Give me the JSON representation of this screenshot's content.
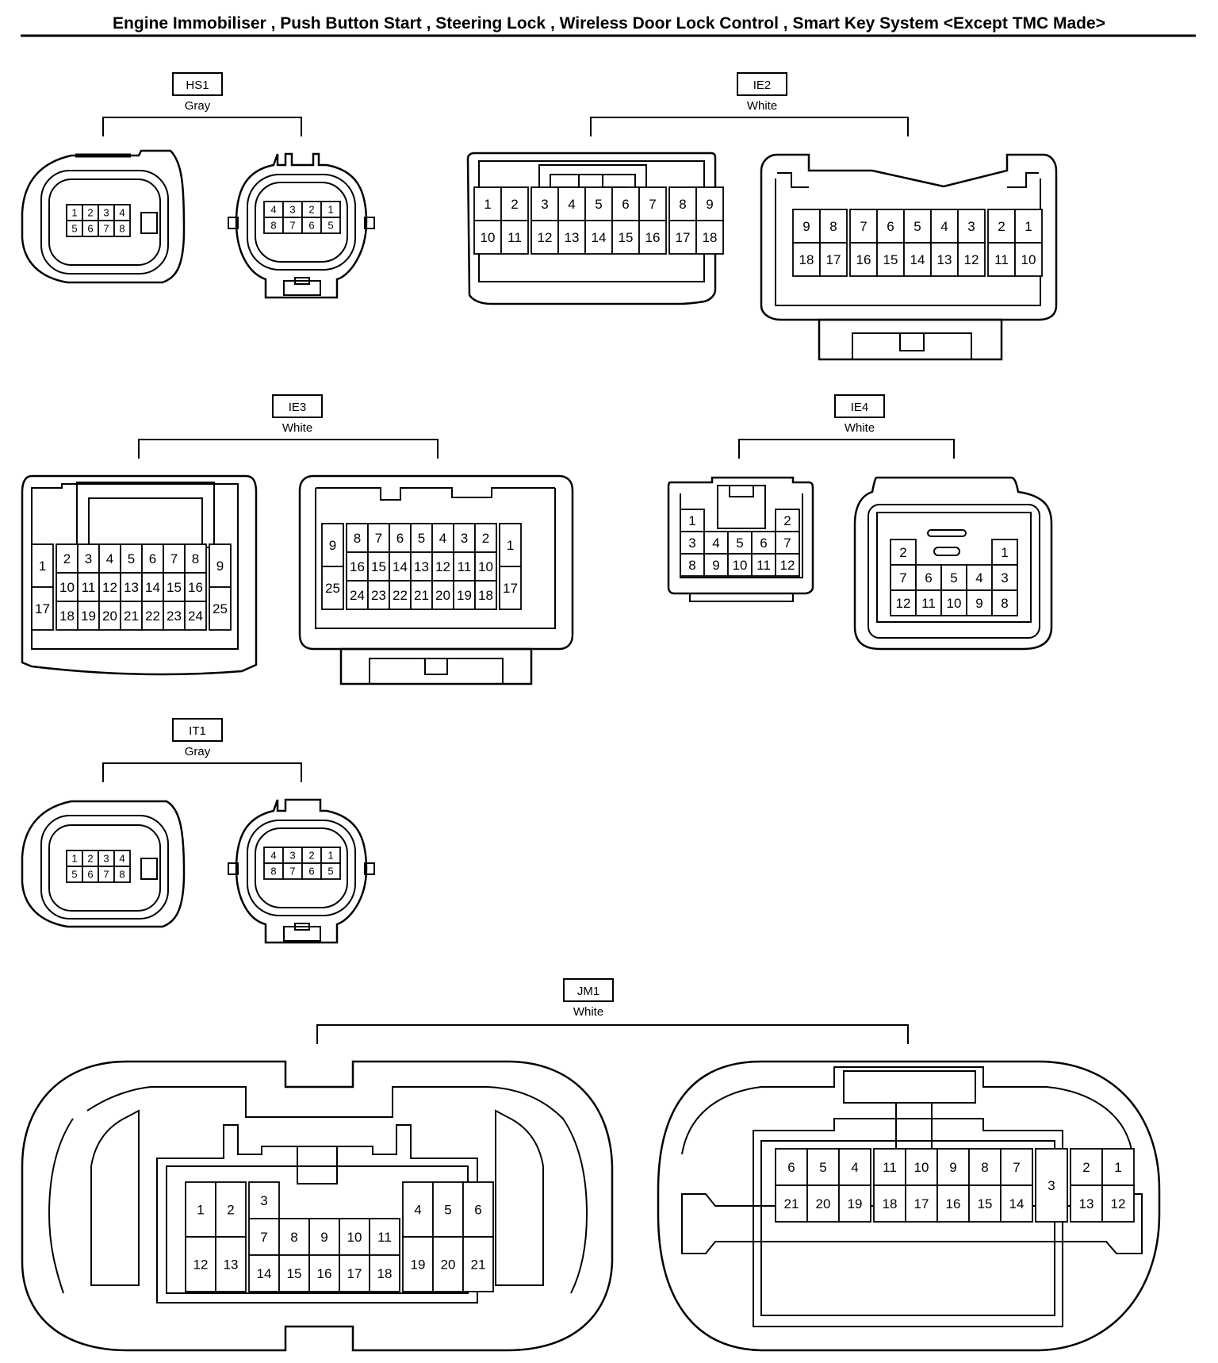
{
  "title": "Engine Immobiliser , Push Button Start , Steering Lock , Wireless Door Lock Control , Smart Key System <Except TMC Made>",
  "connectors": [
    {
      "id": "HS1",
      "color": "Gray",
      "views": [
        {
          "rows": [
            [
              "1",
              "2",
              "3",
              "4"
            ],
            [
              "5",
              "6",
              "7",
              "8"
            ]
          ]
        },
        {
          "rows": [
            [
              "4",
              "3",
              "2",
              "1"
            ],
            [
              "8",
              "7",
              "6",
              "5"
            ]
          ]
        }
      ]
    },
    {
      "id": "IE2",
      "color": "White",
      "views": [
        {
          "groups": [
            [
              [
                "1",
                "2"
              ],
              [
                "10",
                "11"
              ]
            ],
            [
              [
                "3",
                "4",
                "5",
                "6",
                "7"
              ],
              [
                "12",
                "13",
                "14",
                "15",
                "16"
              ]
            ],
            [
              [
                "8",
                "9"
              ],
              [
                "17",
                "18"
              ]
            ]
          ]
        },
        {
          "groups": [
            [
              [
                "9",
                "8"
              ],
              [
                "18",
                "17"
              ]
            ],
            [
              [
                "7",
                "6",
                "5",
                "4",
                "3"
              ],
              [
                "16",
                "15",
                "14",
                "13",
                "12"
              ]
            ],
            [
              [
                "2",
                "1"
              ],
              [
                "11",
                "10"
              ]
            ]
          ]
        }
      ]
    },
    {
      "id": "IE3",
      "color": "White",
      "views": [
        {
          "groups": [
            [
              [
                "1"
              ],
              [
                "17"
              ]
            ],
            [
              [
                "2",
                "3",
                "4",
                "5",
                "6",
                "7",
                "8"
              ],
              [
                "10",
                "11",
                "12",
                "13",
                "14",
                "15",
                "16"
              ],
              [
                "18",
                "19",
                "20",
                "21",
                "22",
                "23",
                "24"
              ]
            ],
            [
              [
                "9"
              ],
              [
                "25"
              ]
            ]
          ]
        },
        {
          "groups": [
            [
              [
                "9"
              ],
              [
                "25"
              ]
            ],
            [
              [
                "8",
                "7",
                "6",
                "5",
                "4",
                "3",
                "2"
              ],
              [
                "16",
                "15",
                "14",
                "13",
                "12",
                "11",
                "10"
              ],
              [
                "24",
                "23",
                "22",
                "21",
                "20",
                "19",
                "18"
              ]
            ],
            [
              [
                "1"
              ],
              [
                "17"
              ]
            ]
          ]
        }
      ]
    },
    {
      "id": "IE4",
      "color": "White",
      "views": [
        {
          "rows": [
            [
              "1",
              "2"
            ],
            [
              "3",
              "4",
              "5",
              "6",
              "7"
            ],
            [
              "8",
              "9",
              "10",
              "11",
              "12"
            ]
          ]
        },
        {
          "rows": [
            [
              "2",
              "1"
            ],
            [
              "7",
              "6",
              "5",
              "4",
              "3"
            ],
            [
              "12",
              "11",
              "10",
              "9",
              "8"
            ]
          ]
        }
      ]
    },
    {
      "id": "IT1",
      "color": "Gray",
      "views": [
        {
          "rows": [
            [
              "1",
              "2",
              "3",
              "4"
            ],
            [
              "5",
              "6",
              "7",
              "8"
            ]
          ]
        },
        {
          "rows": [
            [
              "4",
              "3",
              "2",
              "1"
            ],
            [
              "8",
              "7",
              "6",
              "5"
            ]
          ]
        }
      ]
    },
    {
      "id": "JM1",
      "color": "White",
      "views": [
        {
          "groups": [
            [
              [
                "1",
                "2"
              ],
              [
                "12",
                "13"
              ]
            ],
            [
              [
                "3"
              ],
              [
                "7",
                "8",
                "9",
                "10",
                "11"
              ],
              [
                "14",
                "15",
                "16",
                "17",
                "18"
              ]
            ],
            [
              [
                "4",
                "5",
                "6"
              ],
              [
                "19",
                "20",
                "21"
              ]
            ]
          ]
        },
        {
          "groups": [
            [
              [
                "6",
                "5",
                "4"
              ],
              [
                "21",
                "20",
                "19"
              ]
            ],
            [
              [
                "11",
                "10",
                "9",
                "8",
                "7"
              ],
              [
                "18",
                "17",
                "16",
                "15",
                "14"
              ]
            ],
            [
              [
                "3"
              ]
            ],
            [
              [
                "2",
                "1"
              ],
              [
                "13",
                "12"
              ]
            ]
          ]
        }
      ]
    }
  ]
}
